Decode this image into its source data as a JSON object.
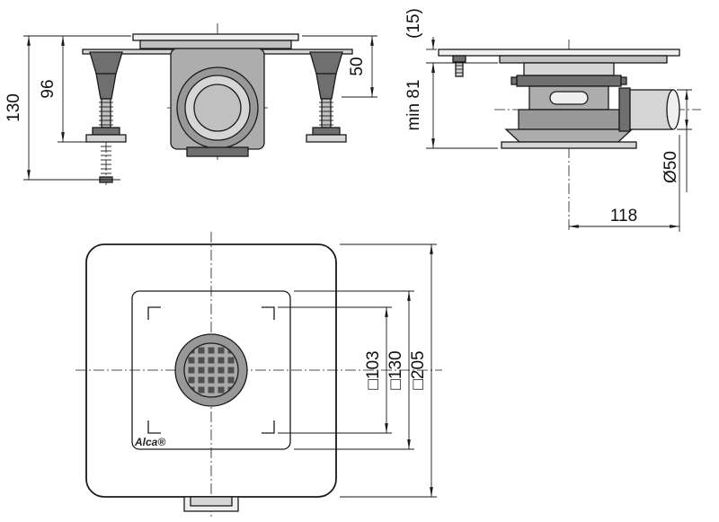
{
  "colors": {
    "line": "#1a1a1a",
    "body_gray": "#adadad",
    "dark_gray": "#6f6f6f",
    "light_gray": "#d6d6d6",
    "background": "#ffffff"
  },
  "views": {
    "front": {
      "dims": {
        "overall_height": "130",
        "body_height": "96",
        "upper_height": "50"
      }
    },
    "side": {
      "dims": {
        "plate_thickness": "(15)",
        "min_depth": "min 81",
        "pipe_diameter": "Ø50",
        "pipe_length": "118"
      }
    },
    "plan": {
      "logo": "Alca®",
      "dims": {
        "grate_square": "□103",
        "frame_square": "□130",
        "body_square": "□205"
      }
    }
  }
}
